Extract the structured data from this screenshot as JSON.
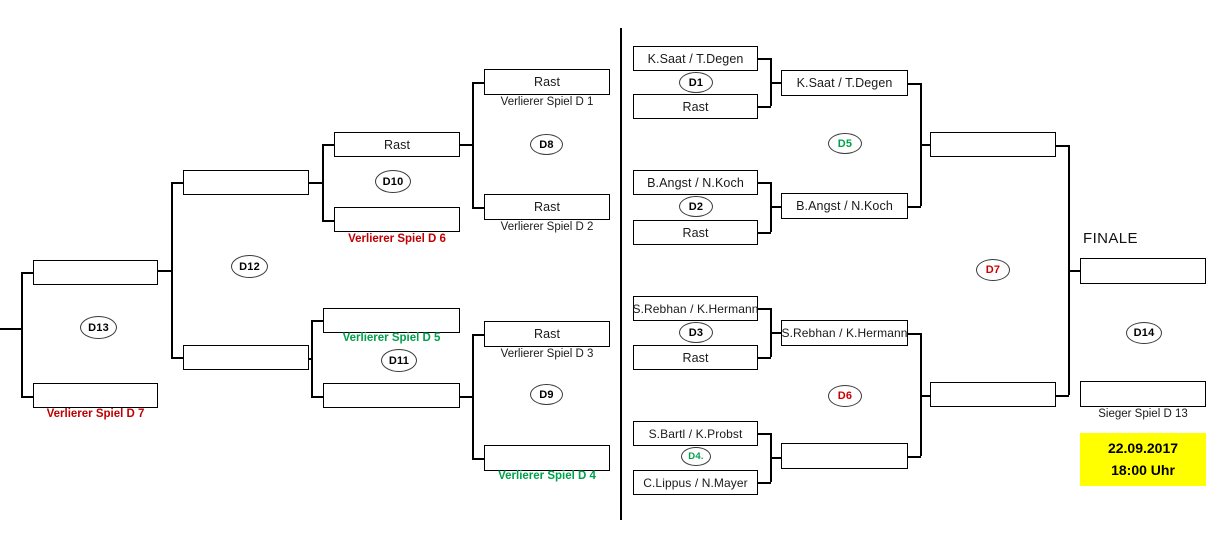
{
  "tournament": {
    "finale_title": "FINALE",
    "date": "22.09.2017",
    "time": "18:00 Uhr",
    "rest_label": "Rast"
  },
  "round1": [
    {
      "id": "D1",
      "id_color": "black",
      "top": "K.Saat / T.Degen",
      "bottom": "Rast"
    },
    {
      "id": "D2",
      "id_color": "black",
      "top": "B.Angst / N.Koch",
      "bottom": "Rast"
    },
    {
      "id": "D3",
      "id_color": "black",
      "top": "S.Rebhan / K.Hermann",
      "bottom": "Rast"
    },
    {
      "id": "D4.",
      "id_color": "green",
      "top": "S.Bartl / K.Probst",
      "bottom": "C.Lippus / N.Mayer"
    }
  ],
  "round2": [
    {
      "id": "D5",
      "id_color": "green",
      "top": "K.Saat / T.Degen",
      "bottom": "B.Angst / N.Koch"
    },
    {
      "id": "D6",
      "id_color": "red",
      "top": "S.Rebhan / K.Hermann",
      "bottom": ""
    }
  ],
  "round3": {
    "id": "D7",
    "id_color": "red",
    "top": "",
    "bottom": ""
  },
  "finale": {
    "id": "D14",
    "id_color": "black",
    "top": "",
    "bottom": "",
    "bottom_caption": "Sieger Spiel D 13"
  },
  "losers": {
    "col_d8_d9": [
      {
        "id": "D8",
        "id_color": "black",
        "top": "Rast",
        "top_caption": "Verlierer Spiel D 1",
        "top_caption_color": "black",
        "bottom": "Rast",
        "bottom_caption": "Verlierer Spiel D 2",
        "bottom_caption_color": "black"
      },
      {
        "id": "D9",
        "id_color": "black",
        "top": "Rast",
        "top_caption": "Verlierer Spiel D 3",
        "top_caption_color": "black",
        "bottom": "",
        "bottom_caption": "Verlierer Spiel D 4",
        "bottom_caption_color": "green"
      }
    ],
    "col_d10_d11": [
      {
        "id": "D10",
        "id_color": "black",
        "top": "Rast",
        "top_caption": "",
        "top_caption_color": "black",
        "bottom": "",
        "bottom_caption": "Verlierer Spiel D 6",
        "bottom_caption_color": "red"
      },
      {
        "id": "D11",
        "id_color": "black",
        "top": "",
        "top_caption": "Verlierer Spiel D 5",
        "top_caption_color": "green",
        "bottom": "",
        "bottom_caption": "",
        "bottom_caption_color": "black"
      }
    ],
    "col_d12": {
      "id": "D12",
      "id_color": "black",
      "top": "",
      "bottom": ""
    },
    "col_d13": {
      "id": "D13",
      "id_color": "black",
      "top": "",
      "bottom": "",
      "bottom_caption": "Verlierer Spiel D 7"
    }
  }
}
